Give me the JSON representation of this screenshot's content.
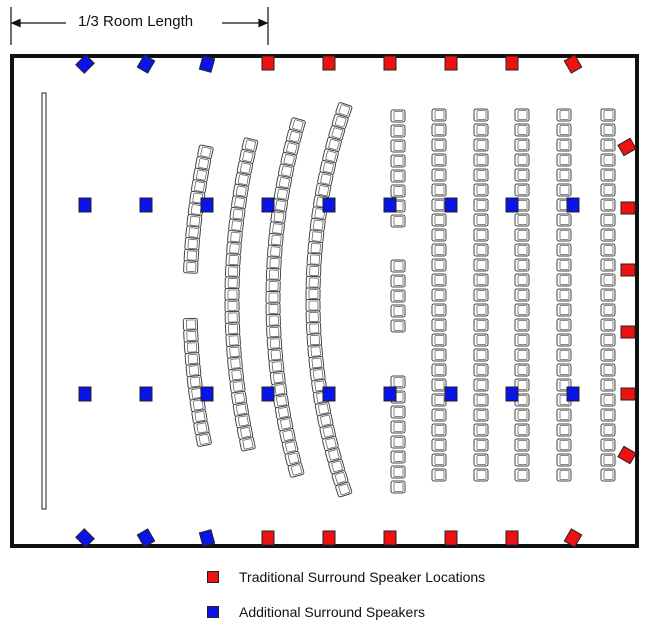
{
  "dimension": {
    "label": "1/3 Room Length"
  },
  "colors": {
    "traditional": "#ee1111",
    "additional": "#0a14e6",
    "outline": "#111111"
  },
  "legend": {
    "traditional": "Traditional Surround Speaker Locations",
    "additional": "Additional Surround Speakers"
  }
}
